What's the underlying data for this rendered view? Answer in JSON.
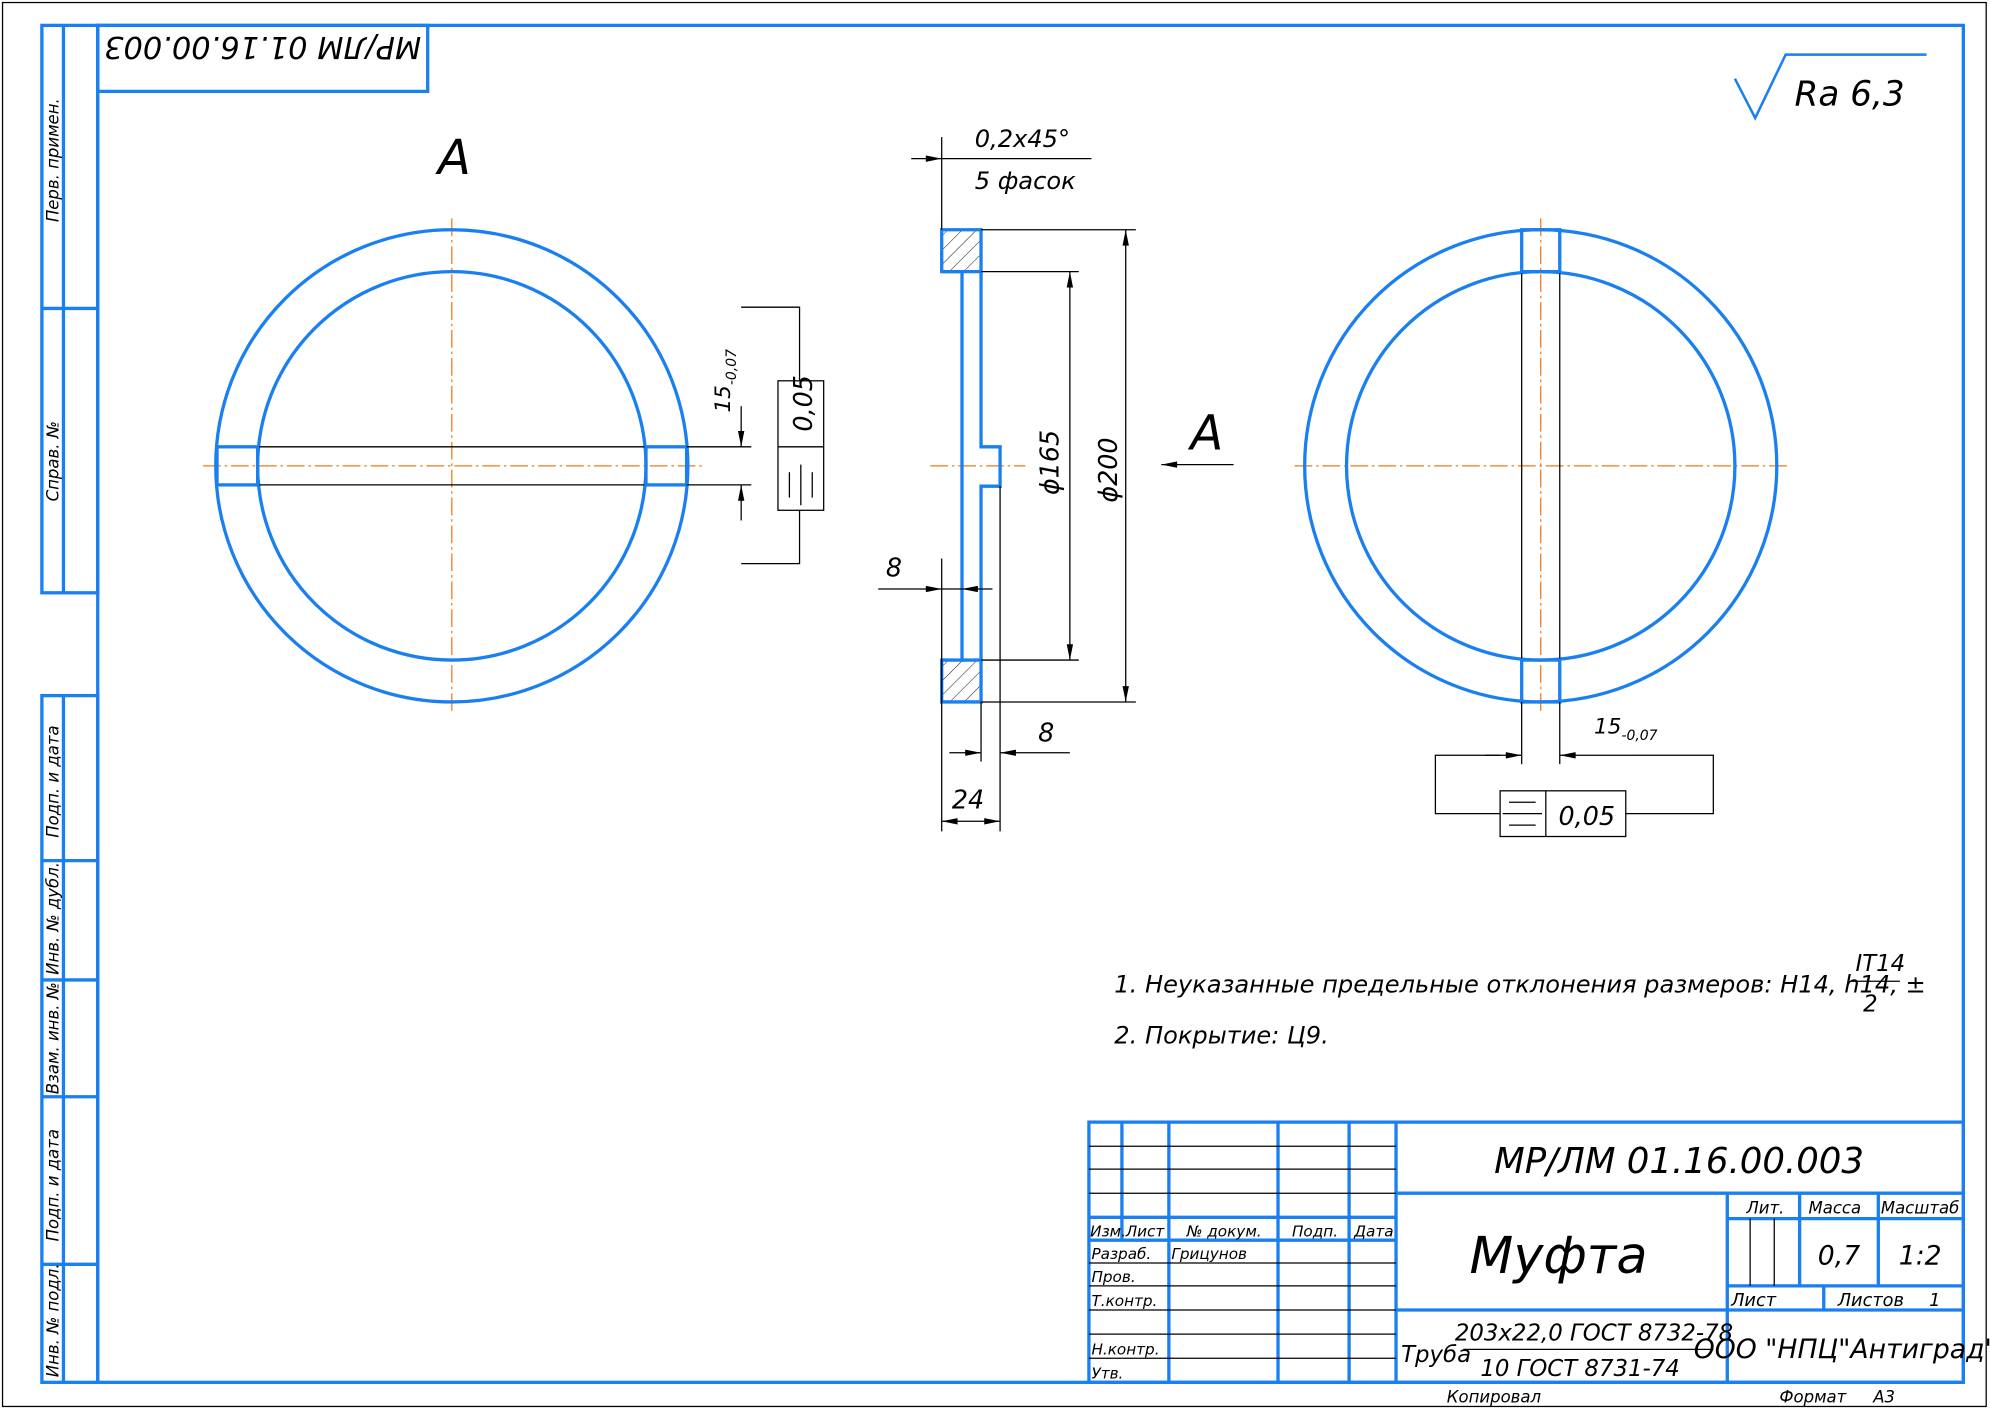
{
  "sheet": {
    "mirrored_designation": "МР/ЛМ 01.16.00.003",
    "roughness": "Ra 6,3",
    "view_label_left": "А",
    "view_label_arrow": "А",
    "side_stamp": [
      "Перв. примен.",
      "Справ. №",
      "Подп. и дата",
      "Инв. № дубл.",
      "Взам. инв. №",
      "Подп. и дата",
      "Инв. № подл."
    ]
  },
  "dimensions": {
    "chamfer": "0,2x45°",
    "chamfer_count": "5 фасок",
    "dia_inner": "ϕ165",
    "dia_outer": "ϕ200",
    "thickness_web": "8",
    "tab_width": "8",
    "total_width": "24",
    "slot_left": "15",
    "slot_left_tol": "-0,07",
    "slot_right": "15",
    "slot_right_tol": "-0,07",
    "symmetry_tol_left": "0,05",
    "symmetry_tol_right": "0,05"
  },
  "notes": {
    "note1": "1. Неуказанные предельные отклонения размеров: H14, h14, ±",
    "note1_num": "IT14",
    "note1_den": "2",
    "note2": "2. Покрытие: Ц9."
  },
  "title_block": {
    "designation": "МР/ЛМ 01.16.00.003",
    "name": "Муфта",
    "headers": {
      "izm": "Изм.",
      "list": "Лист",
      "doc": "№ докум.",
      "sign": "Подп.",
      "date": "Дата"
    },
    "roles": [
      "Разраб.",
      "Пров.",
      "Т.контр.",
      "",
      "Н.контр.",
      "Утв."
    ],
    "developer": "Грицунов",
    "lit_label": "Лит.",
    "mass_label": "Масса",
    "scale_label": "Масштаб",
    "mass": "0,7",
    "scale": "1:2",
    "sheet_label": "Лист",
    "sheets_label": "Листов",
    "sheets": "1",
    "material_prefix": "Труба",
    "material_top": "203x22,0 ГОСТ 8732-78",
    "material_bottom": "10 ГОСТ 8731-74",
    "organization": "ООО \"НПЦ\"Антиград\"",
    "copied": "Копировал",
    "format_label": "Формат",
    "format": "А3"
  }
}
